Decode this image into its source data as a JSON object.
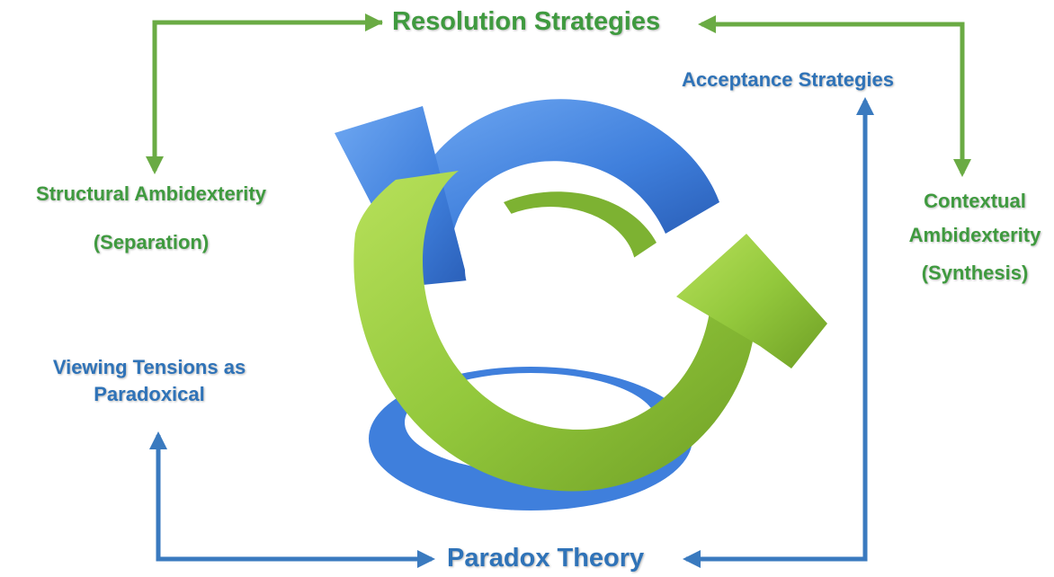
{
  "colors": {
    "green": "#3f9a3f",
    "blue": "#2f73b8",
    "green_connector": "#6aab44",
    "blue_connector": "#3a7abf",
    "cycle_blue": "#4f8ee6",
    "cycle_green": "#93c83c"
  },
  "icons": {
    "cycle": "circular-two-arrow-cycle"
  },
  "labels": {
    "resolution": "Resolution Strategies",
    "acceptance": "Acceptance Strategies",
    "structural_line1": "Structural Ambidexterity",
    "structural_line2": "(Separation)",
    "contextual_line1": "Contextual",
    "contextual_line2": "Ambidexterity",
    "contextual_line3": "(Synthesis)",
    "viewing_line1": "Viewing Tensions as",
    "viewing_line2": "Paradoxical",
    "paradox": "Paradox Theory"
  }
}
